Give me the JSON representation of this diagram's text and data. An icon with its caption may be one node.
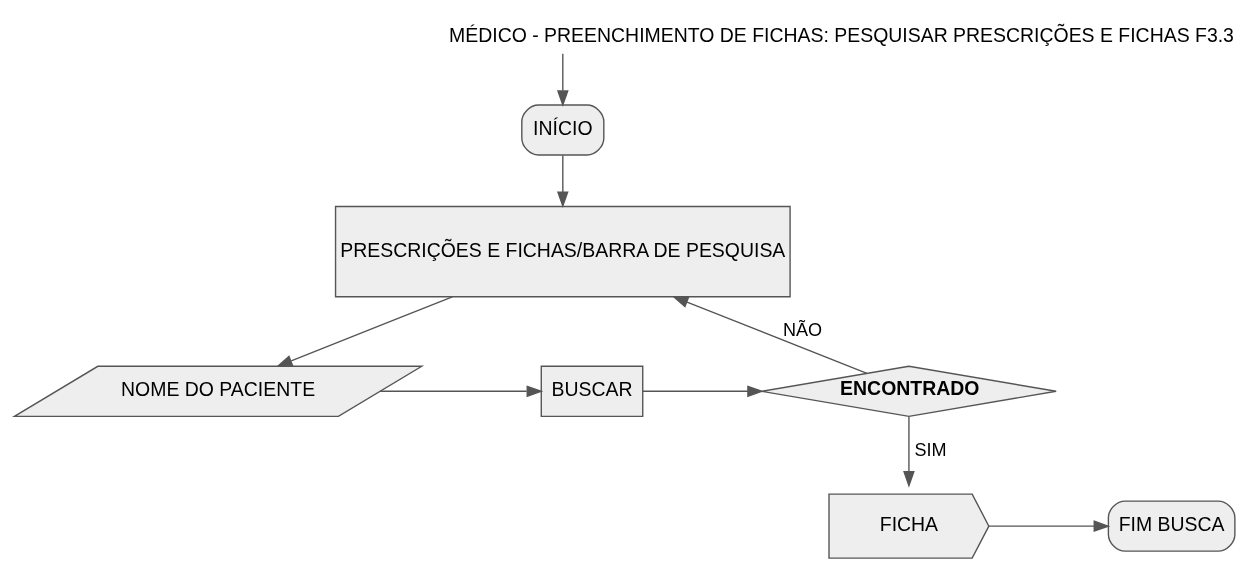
{
  "diagram": {
    "title": "MÉDICO - PREENCHIMENTO DE FICHAS: PESQUISAR PRESCRIÇÕES E FICHAS F3.3",
    "nodes": [
      {
        "text": [
          "INÍCIO"
        ]
      },
      {
        "text": [
          "PRESCRIÇÕES E FICHAS/BARRA DE PESQUISA"
        ]
      },
      {
        "text": [
          "NOME DO PACIENTE"
        ]
      },
      {
        "text": [
          "BUSCAR"
        ]
      },
      {
        "text": [
          "ENCONTRADO"
        ]
      },
      {
        "text": [
          "FICHA"
        ]
      },
      {
        "text": [
          "FIM BUSCA"
        ]
      }
    ],
    "edges": [
      {
        "from": null,
        "to": 0,
        "arrow": "to"
      },
      {
        "from": 0,
        "to": 1,
        "arrow": "to"
      },
      {
        "from": 1,
        "to": 2,
        "arrow": "to"
      },
      {
        "from": 2,
        "to": 3,
        "arrow": "to"
      },
      {
        "from": 3,
        "to": 4,
        "arrow": "to"
      },
      {
        "from": 4,
        "to": 1,
        "arrow": "to",
        "label": "NÃO"
      },
      {
        "from": 4,
        "to": 5,
        "arrow": "to",
        "label": "SIM"
      },
      {
        "from": 5,
        "to": 6,
        "arrow": "to"
      }
    ]
  }
}
